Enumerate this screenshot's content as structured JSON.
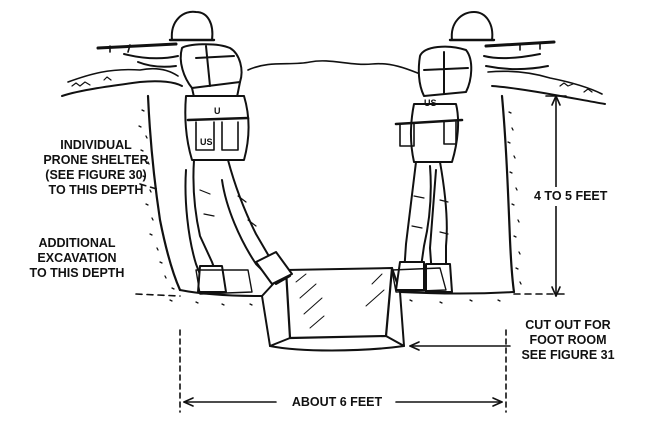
{
  "labels": {
    "individual_prone": [
      "INDIVIDUAL",
      "PRONE SHELTER",
      "(SEE FIGURE 30)",
      "TO THIS DEPTH"
    ],
    "additional_excavation": [
      "ADDITIONAL",
      "EXCAVATION",
      "TO THIS DEPTH"
    ],
    "depth": "4 TO 5 FEET",
    "foot_room": [
      "CUT OUT FOR",
      "FOOT ROOM",
      "SEE FIGURE 31"
    ],
    "width": "ABOUT 6 FEET"
  },
  "figures": {
    "left_soldier_pack_marking": "U",
    "left_soldier_belt_marking": "US",
    "right_soldier_pack_marking": "US"
  },
  "colors": {
    "ink": "#111111",
    "paper": "#ffffff"
  }
}
